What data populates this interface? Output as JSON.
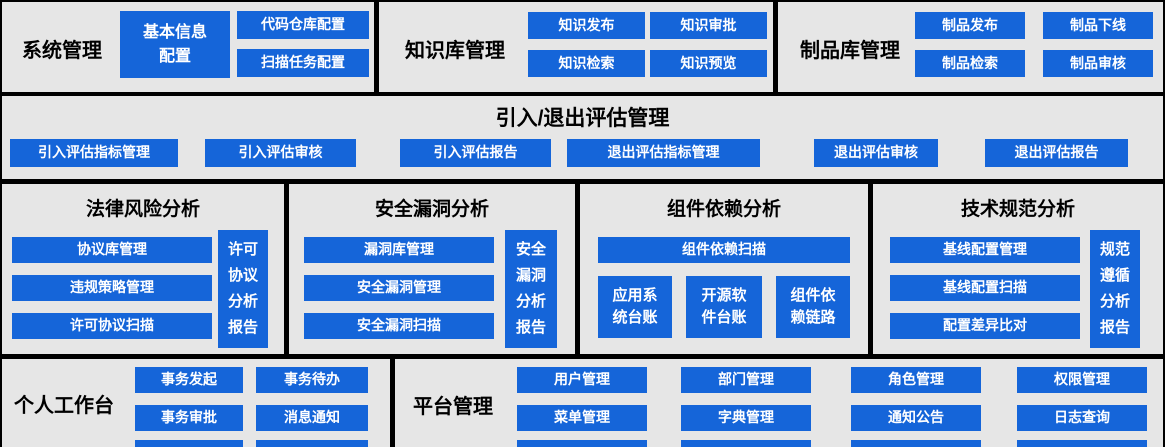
{
  "colors": {
    "background": "#000000",
    "panel": "#e6e6e6",
    "button_blue": "#1565d9",
    "button_text": "#ffffff",
    "title": "#000000"
  },
  "sections": {
    "system": {
      "title": "系统管理",
      "primary_button": "基本信息配置",
      "buttons": [
        "代码仓库配置",
        "扫描任务配置"
      ]
    },
    "knowledge": {
      "title": "知识库管理",
      "buttons": [
        "知识发布",
        "知识审批",
        "知识检索",
        "知识预览"
      ]
    },
    "artifact": {
      "title": "制品库管理",
      "buttons": [
        "制品发布",
        "制品下线",
        "制品检索",
        "制品审核"
      ]
    },
    "evaluation": {
      "title": "引入/退出评估管理",
      "buttons": [
        "引入评估指标管理",
        "引入评估审核",
        "引入评估报告",
        "退出评估指标管理",
        "退出评估审核",
        "退出评估报告"
      ]
    },
    "legal": {
      "title": "法律风险分析",
      "buttons": [
        "协议库管理",
        "违规策略管理",
        "许可协议扫描"
      ],
      "report_button": "许可协议分析报告"
    },
    "vulnerability": {
      "title": "安全漏洞分析",
      "buttons": [
        "漏洞库管理",
        "安全漏洞管理",
        "安全漏洞扫描"
      ],
      "report_button": "安全漏洞分析报告"
    },
    "dependency": {
      "title": "组件依赖分析",
      "scan_button": "组件依赖扫描",
      "buttons": [
        "应用系统台账",
        "开源软件台账",
        "组件依赖链路"
      ]
    },
    "specification": {
      "title": "技术规范分析",
      "buttons": [
        "基线配置管理",
        "基线配置扫描",
        "配置差异比对"
      ],
      "report_button": "规范遵循分析报告"
    },
    "workspace": {
      "title": "个人工作台",
      "buttons": [
        "事务发起",
        "事务待办",
        "事务审批",
        "消息通知"
      ]
    },
    "platform": {
      "title": "平台管理",
      "buttons": [
        "用户管理",
        "部门管理",
        "角色管理",
        "权限管理",
        "菜单管理",
        "字典管理",
        "通知公告",
        "日志查询"
      ]
    }
  }
}
